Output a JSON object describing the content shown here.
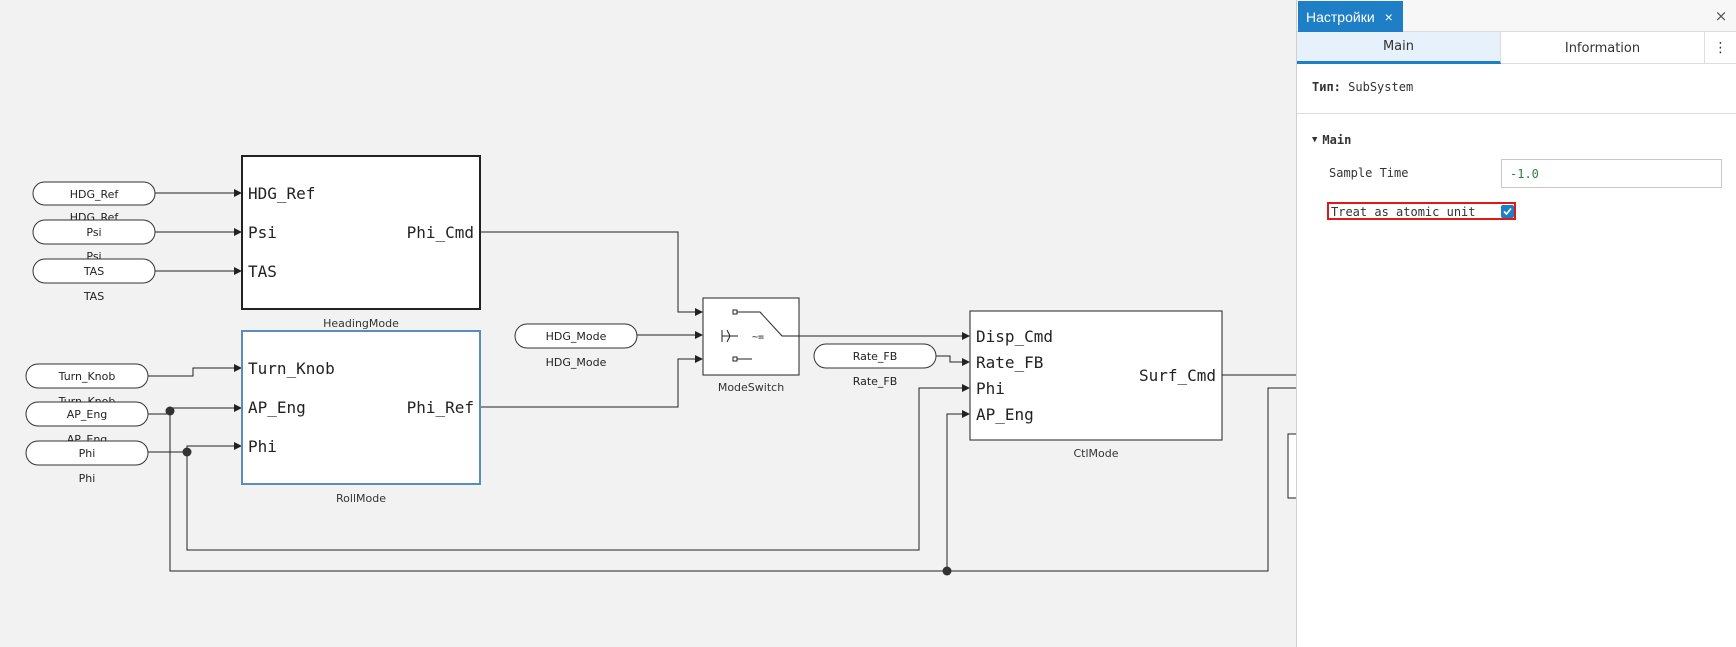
{
  "diagram": {
    "inports": [
      {
        "id": "hdg_ref",
        "label": "HDG_Ref",
        "caption": "HDG_Ref"
      },
      {
        "id": "psi",
        "label": "Psi",
        "caption": "Psi"
      },
      {
        "id": "tas",
        "label": "TAS",
        "caption": "TAS"
      },
      {
        "id": "turn_knob",
        "label": "Turn_Knob",
        "caption": "Turn_Knob"
      },
      {
        "id": "ap_eng",
        "label": "AP_Eng",
        "caption": "AP_Eng"
      },
      {
        "id": "phi",
        "label": "Phi",
        "caption": "Phi"
      },
      {
        "id": "hdg_mode",
        "label": "HDG_Mode",
        "caption": "HDG_Mode"
      },
      {
        "id": "rate_fb",
        "label": "Rate_FB",
        "caption": "Rate_FB"
      }
    ],
    "blocks": {
      "heading_mode": {
        "name": "HeadingMode",
        "inputs": [
          "HDG_Ref",
          "Psi",
          "TAS"
        ],
        "output": "Phi_Cmd"
      },
      "roll_mode": {
        "name": "RollMode",
        "inputs": [
          "Turn_Knob",
          "AP_Eng",
          "Phi"
        ],
        "output": "Phi_Ref"
      },
      "mode_switch": {
        "name": "ModeSwitch",
        "symbol": "~="
      },
      "ctl_mode": {
        "name": "CtlMode",
        "inputs": [
          "Disp_Cmd",
          "Rate_FB",
          "Phi",
          "AP_Eng"
        ],
        "output": "Surf_Cmd"
      }
    }
  },
  "panel": {
    "tab_title": "Настройки",
    "tab_close": "×",
    "close": "×",
    "subtabs": {
      "main": "Main",
      "information": "Information",
      "more": "⋮"
    },
    "type_label": "Тип:",
    "type_value": "SubSystem",
    "section_title": "Main",
    "sample_time_label": "Sample Time",
    "sample_time_value": "-1.0",
    "atomic_label": "Treat as atomic unit",
    "atomic_checked": true
  },
  "colors": {
    "accent": "#1e7fc7",
    "selection_outline": "#e01818",
    "selected_block_border": "#5b8db8",
    "value_text": "#2d7d46"
  }
}
